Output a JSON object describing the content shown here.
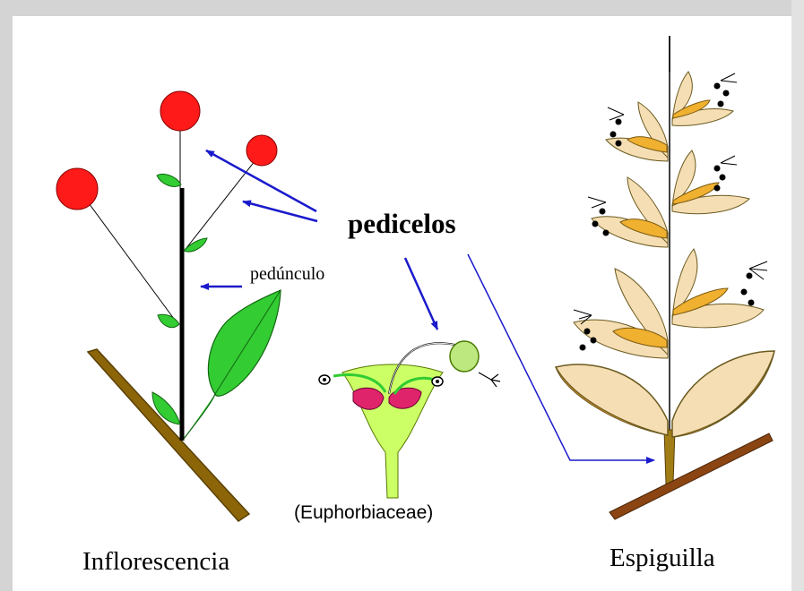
{
  "labels": {
    "pedicelos": "pedicelos",
    "pedunculo": "pedúnculo",
    "family": "(Euphorbiaceae)",
    "inflorescence": "Inflorescencia",
    "spikelet": "Espiguilla"
  },
  "colors": {
    "flower_red": "#ff1a1a",
    "leaf_green": "#33cc33",
    "branch_brown": "#8b6508",
    "arrow_blue": "#1a1acc",
    "cyathium_green": "#ccff66",
    "gland_pink": "#e0246c",
    "glume_beige": "#f5deb3",
    "floret_orange": "#f0b030",
    "border_grey": "#d4d4d4"
  }
}
